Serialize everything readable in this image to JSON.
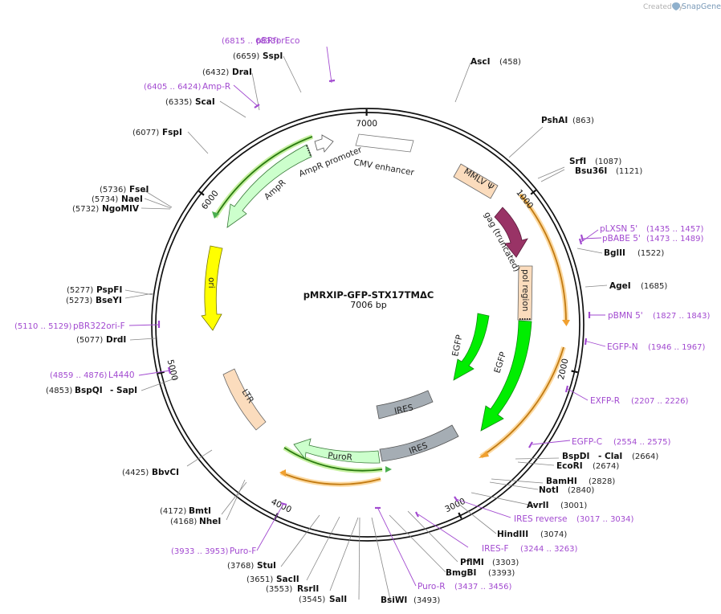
{
  "header": {
    "credit_text": "Created by",
    "brand_text": "SnapGene"
  },
  "plasmid": {
    "name": "pMRXIP-GFP-STX17TMΔC",
    "length_text": "7006 bp",
    "length": 7006
  },
  "ticks": [
    {
      "pos": 1000,
      "label": "1000"
    },
    {
      "pos": 2000,
      "label": "2000"
    },
    {
      "pos": 3000,
      "label": "3000"
    },
    {
      "pos": 4000,
      "label": "4000"
    },
    {
      "pos": 5000,
      "label": "5000"
    },
    {
      "pos": 6000,
      "label": "6000"
    },
    {
      "pos": 7000,
      "label": "7000"
    }
  ],
  "enzymes": [
    {
      "name": "AscI",
      "pos_text": "(458)"
    },
    {
      "name": "PshAI",
      "pos_text": "(863)"
    },
    {
      "name": "SrfI",
      "pos_text": "(1087)"
    },
    {
      "name": "Bsu36I",
      "pos_text": "(1121)"
    },
    {
      "name": "BglII",
      "pos_text": "(1522)"
    },
    {
      "name": "AgeI",
      "pos_text": "(1685)"
    },
    {
      "name": "BspDI",
      "name2": "- ClaI",
      "pos_text": "(2664)"
    },
    {
      "name": "EcoRI",
      "pos_text": "(2674)"
    },
    {
      "name": "BamHI",
      "pos_text": "(2828)"
    },
    {
      "name": "NotI",
      "pos_text": "(2840)"
    },
    {
      "name": "AvrII",
      "pos_text": "(3001)"
    },
    {
      "name": "HindIII",
      "pos_text": "(3074)"
    },
    {
      "name": "PflMI",
      "pos_text": "(3303)"
    },
    {
      "name": "BmgBI",
      "pos_text": "(3393)"
    },
    {
      "name": "BsiWI",
      "pos_text": "(3493)"
    },
    {
      "name": "SalI",
      "pos_text": "(3545)"
    },
    {
      "name": "RsrII",
      "pos_text": "(3553)"
    },
    {
      "name": "SacII",
      "pos_text": "(3651)"
    },
    {
      "name": "StuI",
      "pos_text": "(3768)"
    },
    {
      "name": "NheI",
      "pos_text": "(4168)"
    },
    {
      "name": "BmtI",
      "pos_text": "(4172)"
    },
    {
      "name": "BbvCI",
      "pos_text": "(4425)"
    },
    {
      "name": "BspQI",
      "name2": "- SapI",
      "pos_text": "(4853)"
    },
    {
      "name": "DrdI",
      "pos_text": "(5077)"
    },
    {
      "name": "BseYI",
      "pos_text": "(5273)"
    },
    {
      "name": "PspFI",
      "pos_text": "(5277)"
    },
    {
      "name": "NgoMIV",
      "pos_text": "(5732)"
    },
    {
      "name": "NaeI",
      "pos_text": "(5734)"
    },
    {
      "name": "FseI",
      "pos_text": "(5736)"
    },
    {
      "name": "FspI",
      "pos_text": "(6077)"
    },
    {
      "name": "ScaI",
      "pos_text": "(6335)"
    },
    {
      "name": "DraI",
      "pos_text": "(6432)"
    },
    {
      "name": "SspI",
      "pos_text": "(6659)"
    }
  ],
  "primers": [
    {
      "name": "pBRforEco",
      "range_text": "(6815 .. 6833)"
    },
    {
      "name": "Amp-R",
      "range_text": "(6405 .. 6424)"
    },
    {
      "name": "pLXSN 5'",
      "range_text": "(1435 .. 1457)"
    },
    {
      "name": "pBABE 5'",
      "range_text": "(1473 .. 1489)"
    },
    {
      "name": "pBMN 5'",
      "range_text": "(1827 .. 1843)"
    },
    {
      "name": "EGFP-N",
      "range_text": "(1946 .. 1967)"
    },
    {
      "name": "EXFP-R",
      "range_text": "(2207 .. 2226)"
    },
    {
      "name": "EGFP-C",
      "range_text": "(2554 .. 2575)"
    },
    {
      "name": "IRES reverse",
      "range_text": "(3017 .. 3034)"
    },
    {
      "name": "IRES-F",
      "range_text": "(3244 .. 3263)"
    },
    {
      "name": "Puro-R",
      "range_text": "(3437 .. 3456)"
    },
    {
      "name": "Puro-F",
      "range_text": "(3933 .. 3953)"
    },
    {
      "name": "L4440",
      "range_text": "(4859 .. 4876)"
    },
    {
      "name": "pBR322ori-F",
      "range_text": "(5110 .. 5129)"
    }
  ],
  "features": [
    {
      "name": "CMV enhancer",
      "color": "#ffffff"
    },
    {
      "name": "MMLV Ψ",
      "color": "#fbdcbd"
    },
    {
      "name": "gag (truncated)",
      "color": "#993366"
    },
    {
      "name": "pol region",
      "color": "#fbdcbd"
    },
    {
      "name": "EGFP",
      "color": "#00ee00"
    },
    {
      "name": "EGFP",
      "color": "#00ee00"
    },
    {
      "name": "IRES",
      "color": "#a5adb4"
    },
    {
      "name": "IRES",
      "color": "#a5adb4"
    },
    {
      "name": "PuroR",
      "color": "#ccffcc"
    },
    {
      "name": "LTR",
      "color": "#fbdcbd"
    },
    {
      "name": "ori",
      "color": "#ffff00"
    },
    {
      "name": "AmpR",
      "color": "#ccffcc"
    },
    {
      "name": "AmpR promoter",
      "color": "#ffffff"
    }
  ],
  "colors": {
    "backbone": "#111111",
    "primer": "#a24ad0",
    "orf_outline": "#f5a623",
    "orf_glow": "#fcd9a0",
    "leader": "#888888"
  }
}
